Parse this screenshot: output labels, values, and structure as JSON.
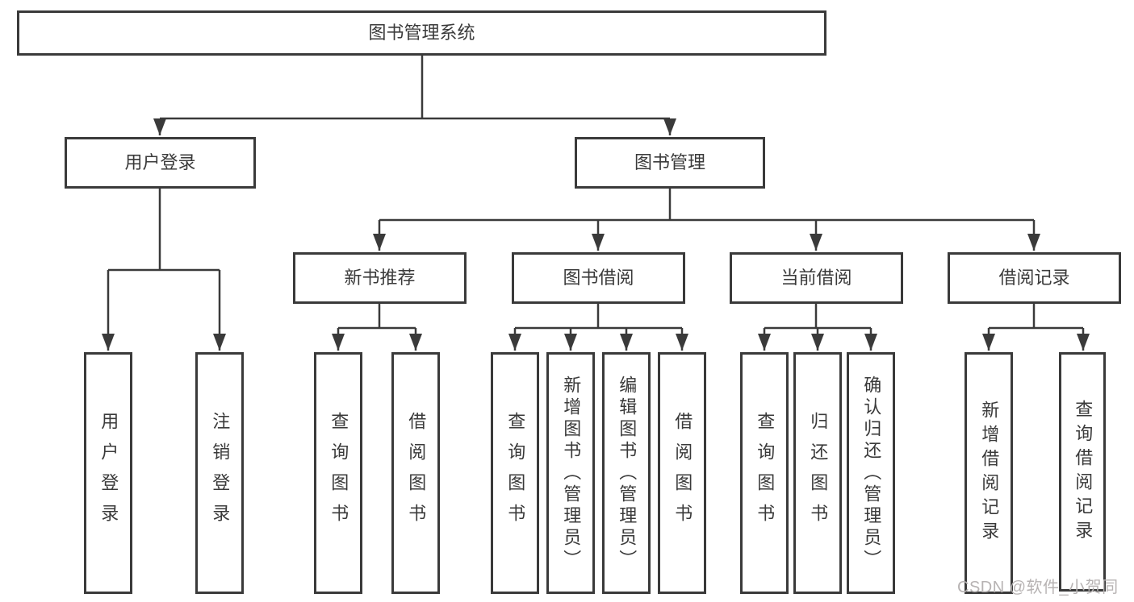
{
  "diagram": {
    "title": "图书管理系统",
    "tree": {
      "label": "图书管理系统",
      "children": [
        {
          "label": "用户登录",
          "children": [
            {
              "label": "用户登录"
            },
            {
              "label": "注销登录"
            }
          ]
        },
        {
          "label": "图书管理",
          "children": [
            {
              "label": "新书推荐",
              "children": [
                {
                  "label": "查询图书"
                },
                {
                  "label": "借阅图书"
                }
              ]
            },
            {
              "label": "图书借阅",
              "children": [
                {
                  "label": "查询图书"
                },
                {
                  "label": "新增图书（管理员）"
                },
                {
                  "label": "编辑图书（管理员）"
                },
                {
                  "label": "借阅图书"
                }
              ]
            },
            {
              "label": "当前借阅",
              "children": [
                {
                  "label": "查询图书"
                },
                {
                  "label": "归还图书"
                },
                {
                  "label": "确认归还（管理员）"
                }
              ]
            },
            {
              "label": "借阅记录",
              "children": [
                {
                  "label": "新增借阅记录"
                },
                {
                  "label": "查询借阅记录"
                }
              ]
            }
          ]
        }
      ]
    },
    "watermark": "CSDN @软件_小贺同学",
    "colors": {
      "line": "#3a3a3a",
      "box_border": "#3a3a3a",
      "box_fill": "#ffffff",
      "text": "#3a3a3a",
      "watermark": "#b7b3b3",
      "background": "#ffffff"
    }
  }
}
